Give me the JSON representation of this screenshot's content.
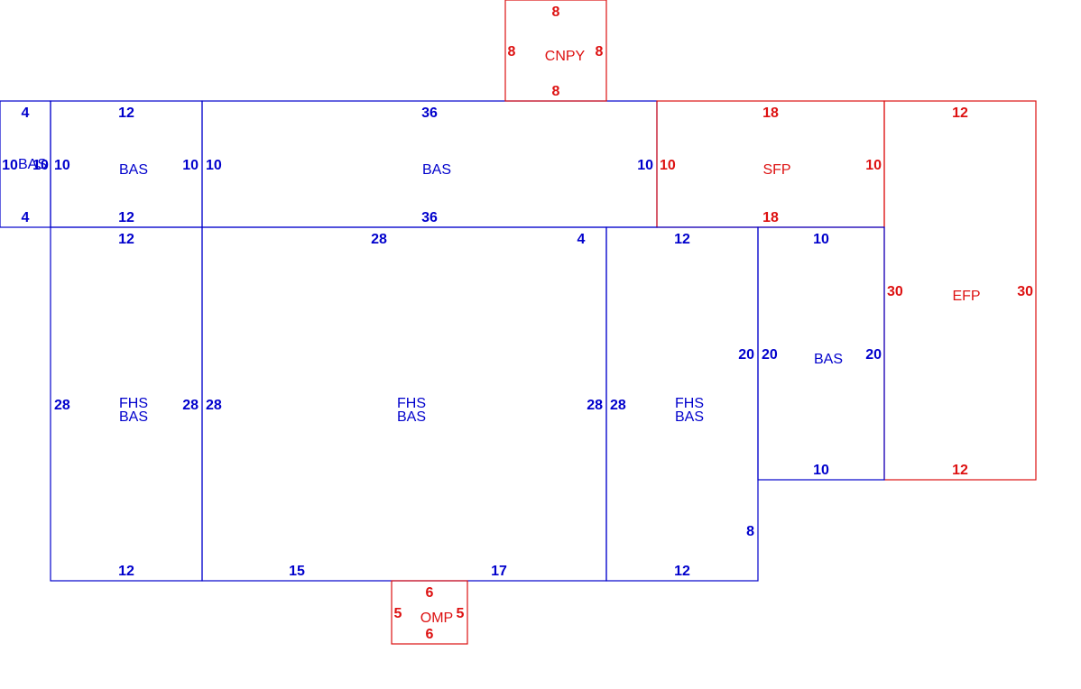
{
  "colors": {
    "living": "#0000cc",
    "exterior": "#dd1111"
  },
  "areas": [
    {
      "id": "bas-small",
      "color": "living",
      "labels": [
        "BAS"
      ],
      "dims": {
        "top": "4",
        "bottom": "4",
        "left": "10",
        "right": "10"
      }
    },
    {
      "id": "bas-upper-left",
      "color": "living",
      "labels": [
        "BAS"
      ],
      "dims": {
        "top": "12",
        "bottom": "12",
        "left": "10",
        "right": "10"
      }
    },
    {
      "id": "bas-upper-center",
      "color": "living",
      "labels": [
        "BAS"
      ],
      "dims": {
        "top": "36",
        "bottom": "36",
        "left": "10",
        "right": "10"
      }
    },
    {
      "id": "sfp",
      "color": "exterior",
      "labels": [
        "SFP"
      ],
      "dims": {
        "top": "18",
        "bottom": "18",
        "left": "10",
        "right": "10"
      }
    },
    {
      "id": "cnpy",
      "color": "exterior",
      "labels": [
        "CNPY"
      ],
      "dims": {
        "top": "8",
        "bottom": "8",
        "left": "8",
        "right": "8"
      }
    },
    {
      "id": "efp",
      "color": "exterior",
      "labels": [
        "EFP"
      ],
      "dims": {
        "top": "12",
        "bottom": "12",
        "left": "30",
        "right": "30"
      }
    },
    {
      "id": "fhs-left",
      "color": "living",
      "labels": [
        "FHS",
        "BAS"
      ],
      "dims": {
        "top": "12",
        "bottom": "12",
        "left": "28",
        "right": "28"
      }
    },
    {
      "id": "fhs-center",
      "color": "living",
      "labels": [
        "FHS",
        "BAS"
      ],
      "dims": {
        "top": "28",
        "top_right": "4",
        "bottom_left": "15",
        "bottom_right": "17",
        "left": "28",
        "right": "28"
      }
    },
    {
      "id": "fhs-right",
      "color": "living",
      "labels": [
        "FHS",
        "BAS"
      ],
      "dims": {
        "top": "12",
        "bottom": "12",
        "left": "28",
        "right_upper": "20",
        "right_lower": "8"
      }
    },
    {
      "id": "bas-right",
      "color": "living",
      "labels": [
        "BAS"
      ],
      "dims": {
        "top": "10",
        "bottom": "10",
        "left": "20",
        "right": "20"
      }
    },
    {
      "id": "omp",
      "color": "exterior",
      "labels": [
        "OMP"
      ],
      "dims": {
        "top": "6",
        "bottom": "6",
        "left": "5",
        "right": "5"
      }
    }
  ]
}
